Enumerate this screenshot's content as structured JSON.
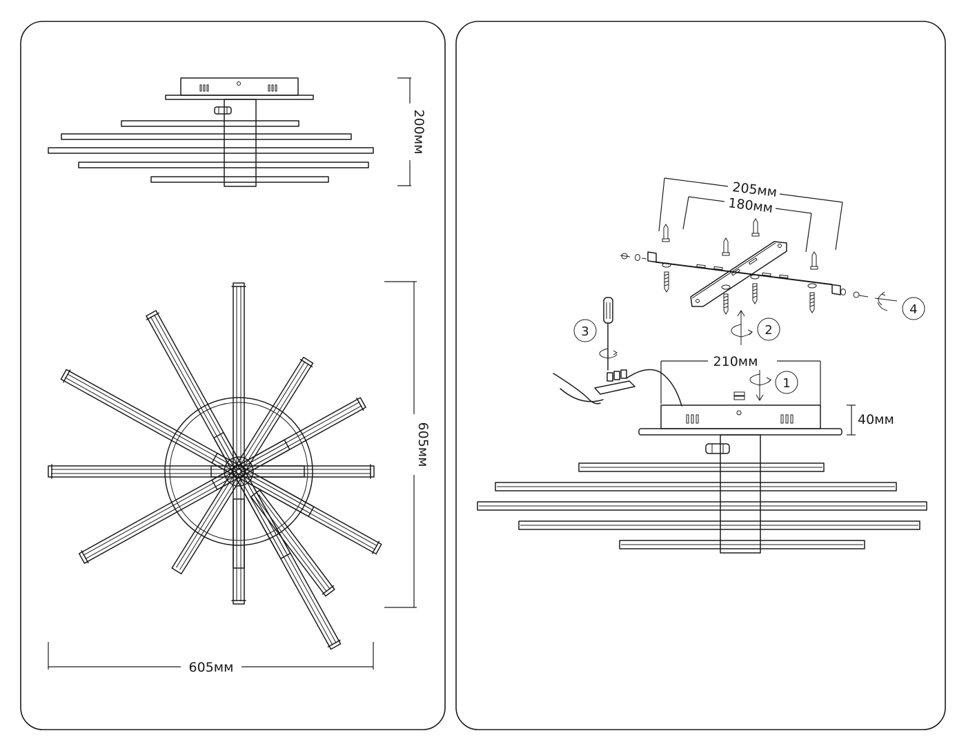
{
  "left_panel": {
    "side_view": {
      "height_label": "200мм"
    },
    "top_view": {
      "height_label": "605мм",
      "width_label": "605мм"
    }
  },
  "right_panel": {
    "bracket": {
      "outer_label": "205мм",
      "inner_label": "180мм"
    },
    "canopy": {
      "width_label": "210мм",
      "height_label": "40мм"
    },
    "steps": [
      "1",
      "2",
      "3",
      "4"
    ]
  },
  "colors": {
    "line": "#1a1a1a",
    "background": "#ffffff"
  }
}
